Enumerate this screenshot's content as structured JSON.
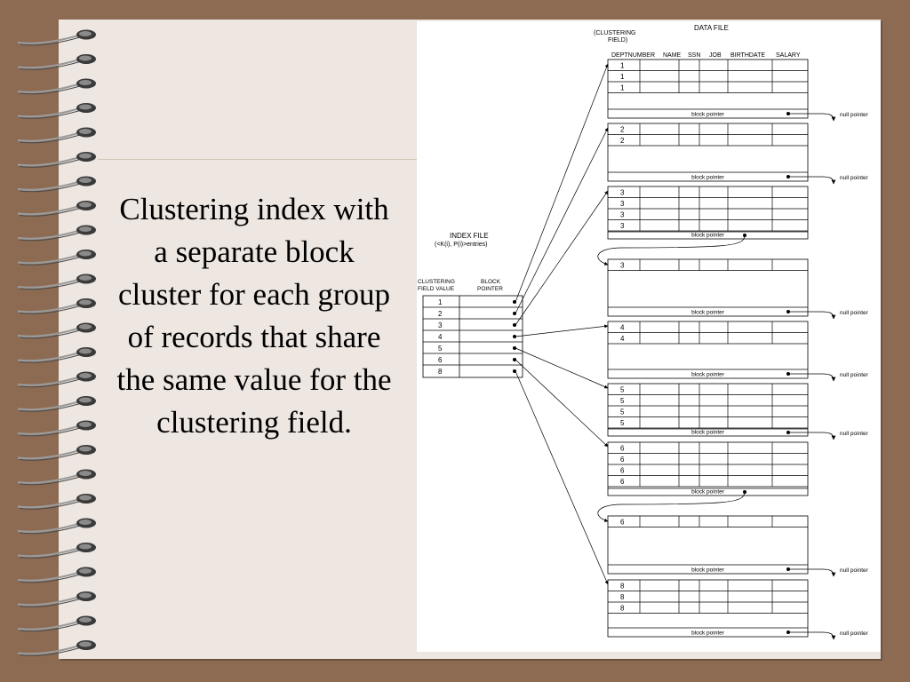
{
  "slide": {
    "caption": "Clustering index with a separate block cluster for each group of records that share the same value for the clustering field."
  },
  "diagram": {
    "data_file_title": "DATA FILE",
    "clustering_field_note": [
      "(CLUSTERING",
      "FIELD)"
    ],
    "columns": [
      "DEPTNUMBER",
      "NAME",
      "SSN",
      "JOB",
      "BIRTHDATE",
      "SALARY"
    ],
    "index_file_title": "INDEX FILE",
    "index_file_subtitle": "(<K(i), P(i)>entries)",
    "index_headers": {
      "clustering": [
        "CLUSTERING",
        "FIELD VALUE"
      ],
      "block": [
        "BLOCK",
        "POINTER"
      ]
    },
    "index_values": [
      "1",
      "2",
      "3",
      "4",
      "5",
      "6",
      "8"
    ],
    "block_pointer_label": "block pointer",
    "null_pointer_label": "null pointer",
    "blocks": [
      {
        "values": [
          "1",
          "1",
          "1"
        ],
        "null": true
      },
      {
        "values": [
          "2",
          "2"
        ],
        "null": true
      },
      {
        "values": [
          "3",
          "3",
          "3",
          "3"
        ],
        "null": false
      },
      {
        "values": [
          "3"
        ],
        "null": true
      },
      {
        "values": [
          "4",
          "4"
        ],
        "null": true
      },
      {
        "values": [
          "5",
          "5",
          "5",
          "5"
        ],
        "null": true
      },
      {
        "values": [
          "6",
          "6",
          "6",
          "6"
        ],
        "null": false
      },
      {
        "values": [
          "6"
        ],
        "null": true
      },
      {
        "values": [
          "8",
          "8",
          "8"
        ],
        "null": true
      }
    ]
  },
  "colors": {
    "background": "#8d6b52",
    "paper": "#ede6e1",
    "figure": "#ffffff"
  }
}
